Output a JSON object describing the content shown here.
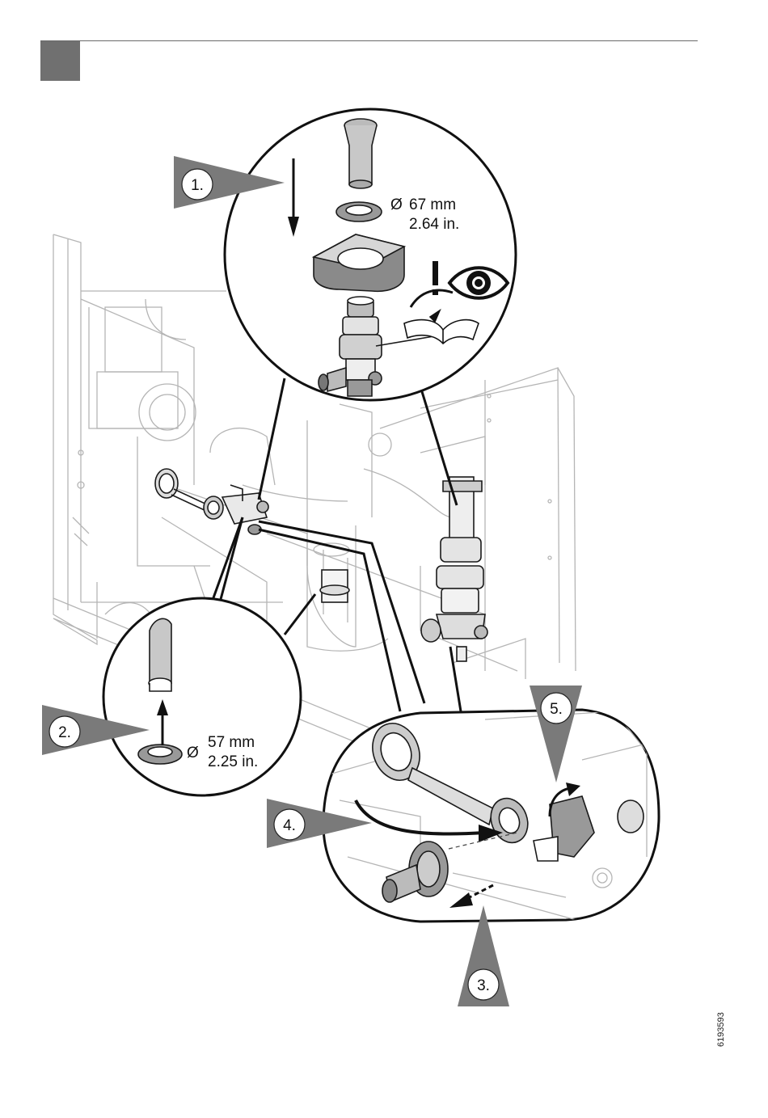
{
  "steps": [
    {
      "label": "1."
    },
    {
      "label": "2."
    },
    {
      "label": "3."
    },
    {
      "label": "4."
    },
    {
      "label": "5."
    }
  ],
  "callout_top": {
    "diameter_symbol": "Ø",
    "diameter_mm": "67 mm",
    "diameter_in": "2.64 in.",
    "warning_mark": "!"
  },
  "callout_left": {
    "diameter_symbol": "Ø",
    "diameter_mm": "57 mm",
    "diameter_in": "2.25 in."
  },
  "doc_number": "6193593",
  "icons": [
    "eye-icon",
    "manual-icon",
    "warning-icon"
  ]
}
